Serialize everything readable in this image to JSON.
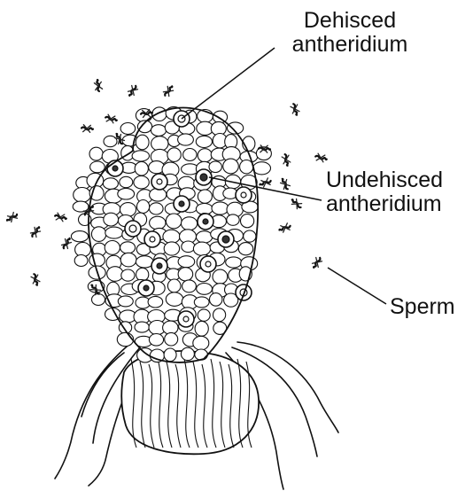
{
  "labels": {
    "dehisced": {
      "line1": "Dehisced",
      "line2": "antheridium"
    },
    "undehisced": {
      "line1": "Undehisced",
      "line2": "antheridium"
    },
    "sperm": "Sperm"
  },
  "colors": {
    "ink": "#111111",
    "background": "#ffffff",
    "cell_fill": "#ffffff"
  }
}
